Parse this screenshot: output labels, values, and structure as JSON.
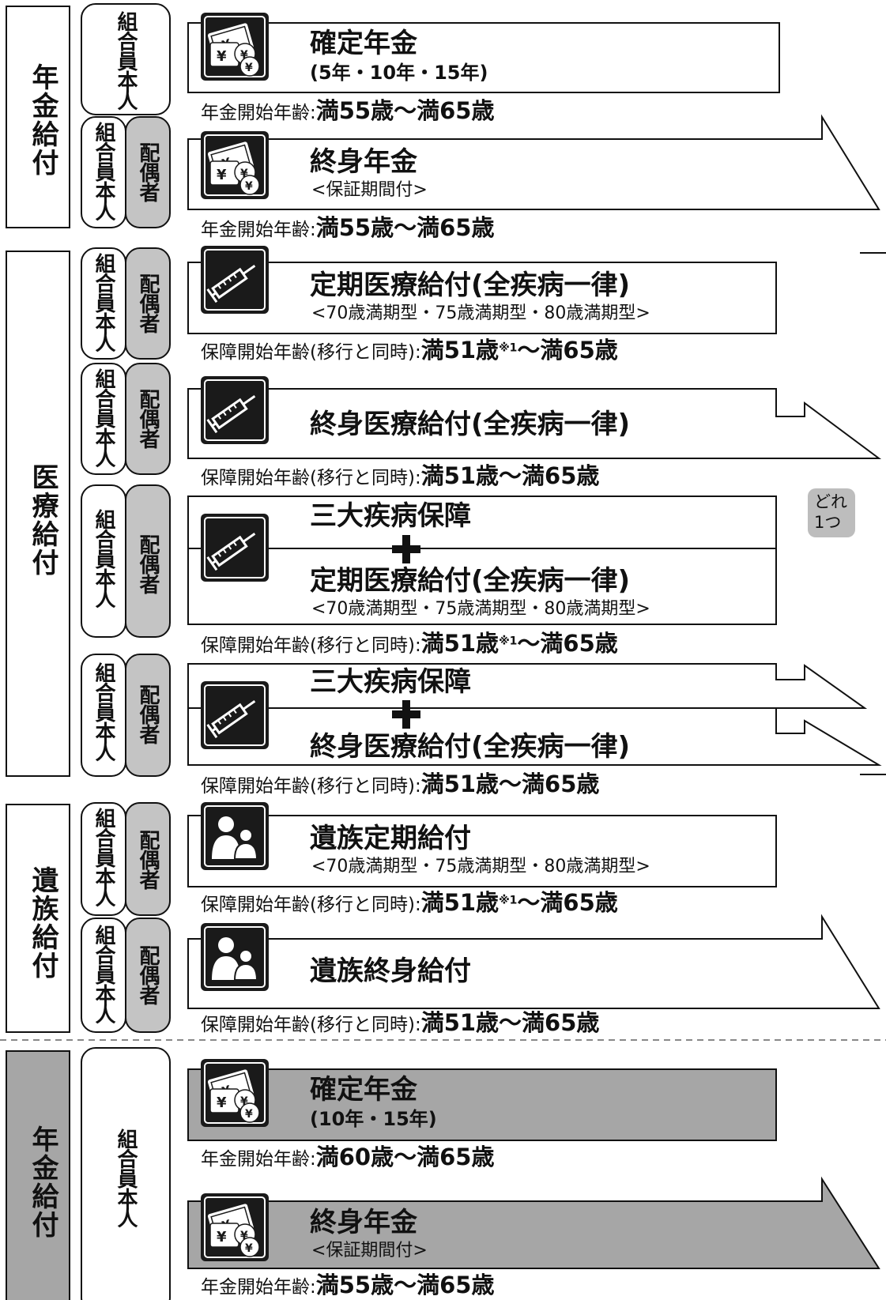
{
  "categories": {
    "pension1": "年金給付",
    "medical": "医療給付",
    "survivor": "遺族給付",
    "pension2": "年金給付"
  },
  "who": {
    "member": "組合員本人",
    "spouse": "配偶者"
  },
  "plans": {
    "fixed_pension": {
      "title": "確定年金",
      "sub": "(5年・10年・15年)",
      "age_label": "年金開始年齢:",
      "age_value": "満55歳〜満65歳"
    },
    "life_pension": {
      "title": "終身年金",
      "sub": "<保証期間付>",
      "age_label": "年金開始年齢:",
      "age_value": "満55歳〜満65歳"
    },
    "term_medical": {
      "title": "定期医療給付(全疾病一律)",
      "sub": "<70歳満期型・75歳満期型・80歳満期型>",
      "age_label": "保障開始年齢(移行と同時):",
      "age_value_a": "満51歳",
      "note": "※1",
      "age_value_b": "〜満65歳"
    },
    "life_medical": {
      "title": "終身医療給付(全疾病一律)",
      "age_label": "保障開始年齢(移行と同時):",
      "age_value": "満51歳〜満65歳"
    },
    "three_term": {
      "title_top": "三大疾病保障",
      "title_bottom": "定期医療給付(全疾病一律)",
      "sub": "<70歳満期型・75歳満期型・80歳満期型>",
      "age_label": "保障開始年齢(移行と同時):",
      "age_value_a": "満51歳",
      "note": "※1",
      "age_value_b": "〜満65歳"
    },
    "three_life": {
      "title_top": "三大疾病保障",
      "title_bottom": "終身医療給付(全疾病一律)",
      "age_label": "保障開始年齢(移行と同時):",
      "age_value": "満51歳〜満65歳"
    },
    "survivor_term": {
      "title": "遺族定期給付",
      "sub": "<70歳満期型・75歳満期型・80歳満期型>",
      "age_label": "保障開始年齢(移行と同時):",
      "age_value_a": "満51歳",
      "note": "※1",
      "age_value_b": "〜満65歳"
    },
    "survivor_life": {
      "title": "遺族終身給付",
      "age_label": "保障開始年齢(移行と同時):",
      "age_value": "満51歳〜満65歳"
    },
    "fixed_pension2": {
      "title": "確定年金",
      "sub": "(10年・15年)",
      "age_label": "年金開始年齢:",
      "age_value": "満60歳〜満65歳"
    },
    "life_pension2": {
      "title": "終身年金",
      "sub": "<保証期間付>",
      "age_label": "年金開始年齢:",
      "age_value": "満55歳〜満65歳"
    }
  },
  "side_badge": "どれ\n1つ",
  "icons": [
    "money-icon",
    "syringe-icon",
    "family-icon"
  ],
  "colors": {
    "gray_fill": "#a6a6a6",
    "spouse_fill": "#c4c4c4",
    "icon_bg": "#1a1a1a"
  }
}
